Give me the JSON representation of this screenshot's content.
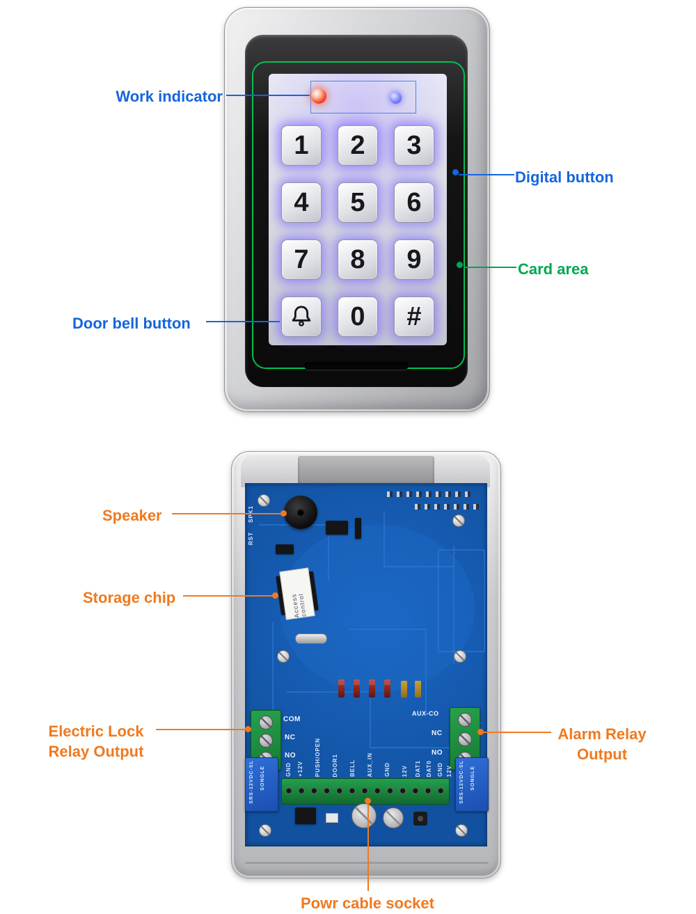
{
  "annotations": {
    "work_indicator": "Work indicator",
    "digital_button": "Digital button",
    "card_area": "Card area",
    "door_bell_button": "Door bell button",
    "speaker": "Speaker",
    "storage_chip": "Storage chip",
    "electric_lock_line1": "Electric Lock",
    "electric_lock_line2": "Relay Output",
    "alarm_relay_line1": "Alarm Relay",
    "alarm_relay_line2": "Output",
    "power_cable_socket": "Powr cable socket"
  },
  "keypad": {
    "digits": [
      "1",
      "2",
      "3",
      "4",
      "5",
      "6",
      "7",
      "8",
      "9",
      "0",
      "#"
    ]
  },
  "pcb": {
    "silk": [
      "SPK1",
      "RST"
    ],
    "left_terminal_labels": [
      "COM",
      "NC",
      "NO"
    ],
    "left_pin_labels": [
      "GND",
      "+12V"
    ],
    "center_pin_labels": [
      "PUSH/OPEN",
      "DOOR1",
      "BELL",
      "AUX_IN",
      "GND",
      "12V"
    ],
    "right_terminal_title": "AUX-CO",
    "right_terminal_labels": [
      "NC",
      "NO"
    ],
    "right_pin_labels": [
      "DAT1",
      "DAT0",
      "GND",
      "12V"
    ],
    "relay_brand": "SONGLE",
    "relay_model": "SRS-12VDC-SL",
    "chip_sticker": "Access control"
  },
  "colors": {
    "annotation_blue": "#1565dd",
    "annotation_green": "#00a651",
    "annotation_orange": "#f0791e",
    "pcb_blue": "#1458ac",
    "card_outline_green": "#00c050",
    "key_glow_purple": "#7a66ff",
    "terminal_green": "#1e9e46"
  }
}
